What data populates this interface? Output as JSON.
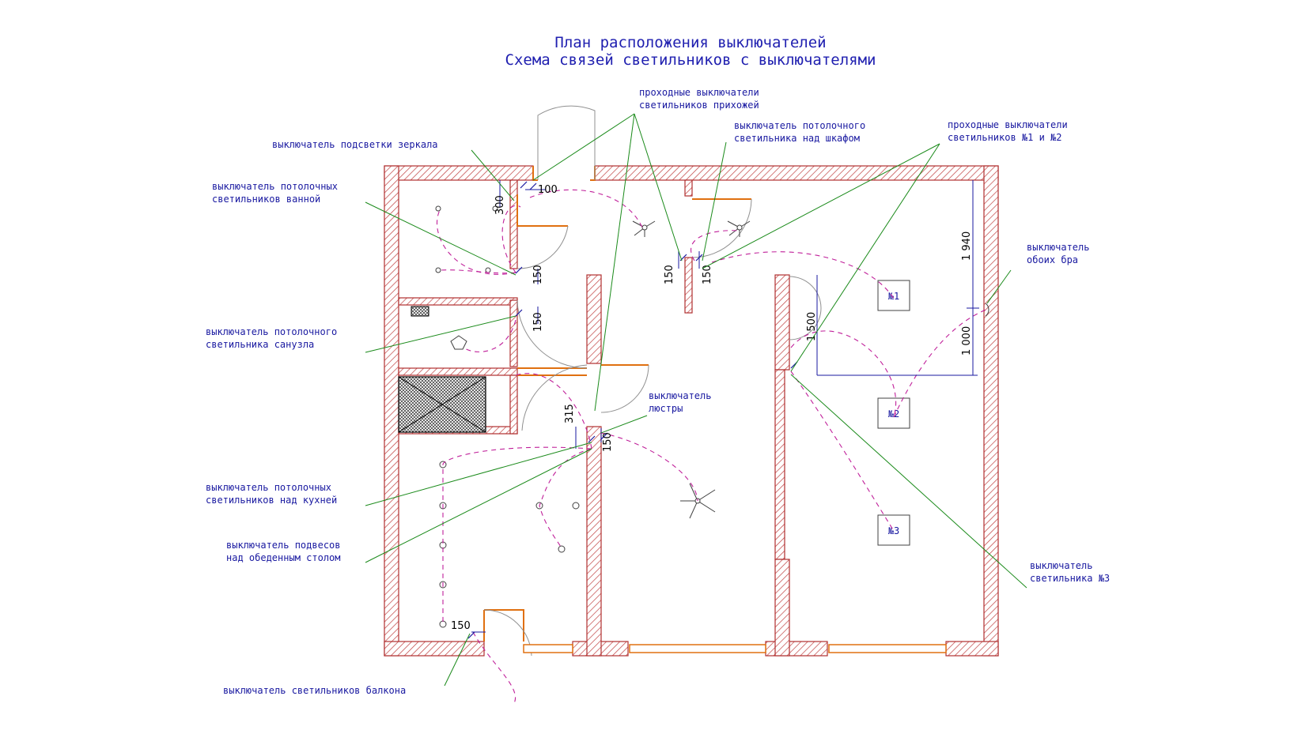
{
  "title": {
    "line1": "План расположения выключателей",
    "line2": "Схема связей светильников с выключателями"
  },
  "labels": {
    "hall_pass_switches": [
      "проходные выключатели",
      "светильников прихожей"
    ],
    "mirror_switch": [
      "выключатель подсветки зеркала"
    ],
    "wardrobe_switch": [
      "выключатель потолочного",
      "светильника над шкафом"
    ],
    "lamps12_pass_switches": [
      "проходные выключатели",
      "светильников №1 и №2"
    ],
    "bath_switch": [
      "выключатель потолочных",
      "светильников ванной"
    ],
    "sconce_switch": [
      "выключатель",
      "обоих бра"
    ],
    "wc_switch": [
      "выключатель потолочного",
      "светильника санузла"
    ],
    "chandelier_switch": [
      "выключатель",
      "люстры"
    ],
    "kitchen_switch": [
      "выключатель потолочных",
      "светильников над кухней"
    ],
    "pendant_switch": [
      "выключатель подвесов",
      "над обеденным столом"
    ],
    "lamp3_switch": [
      "выключатель",
      "светильника №3"
    ],
    "balcony_switch": [
      "выключатель светильников балкона"
    ]
  },
  "dimensions": {
    "d100": "100",
    "d300": "300",
    "d150_a": "150",
    "d150_b": "150",
    "d150_c": "150",
    "d150_d": "150",
    "d315": "315",
    "d150_e": "150",
    "d150_f": "150",
    "d1940": "1 940",
    "d1000": "1 000",
    "d1500": "1 500"
  },
  "lamp_marks": {
    "n1": "№1",
    "n2": "№2",
    "n3": "№3"
  },
  "colors": {
    "text": "#1818a0",
    "wall_hatch": "#b03030",
    "door": "#e07010",
    "leader": "#1a8a1a",
    "wire": "#c0209a"
  }
}
